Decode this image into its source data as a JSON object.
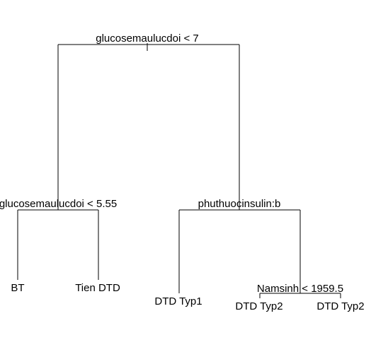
{
  "tree": {
    "root_split": "glucosemaulucdoi < 7",
    "left_split": "glucosemaulucdoi < 5.55",
    "right_split": "phuthuocinsulin:b",
    "right_right_split": "Namsinh < 1959.5",
    "leaves": {
      "ll": "BT",
      "lr": "Tien DTD",
      "rl": "DTD Typ1",
      "rrl": "DTD Typ2",
      "rrr": "DTD Typ2"
    }
  }
}
